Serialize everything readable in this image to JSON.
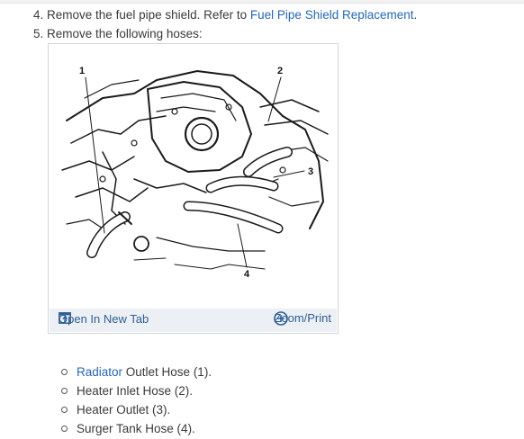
{
  "steps": [
    {
      "number": "4.",
      "text": "Remove the fuel pipe shield. Refer to ",
      "link": "Fuel Pipe Shield Replacement",
      "suffix": "."
    },
    {
      "number": "5.",
      "text": "Remove the following hoses:"
    }
  ],
  "figure": {
    "callouts": [
      "1",
      "2",
      "3",
      "4"
    ],
    "open_tab_label": "Open In New Tab",
    "zoom_label": "Zoom/Print",
    "icons": {
      "open_tab": "open-in-new-tab-icon",
      "zoom": "zoom-plus-icon"
    }
  },
  "hoses": [
    {
      "link": "Radiator",
      "text": " Outlet Hose (1)."
    },
    {
      "link": "",
      "text": "Heater Inlet Hose (2)."
    },
    {
      "link": "",
      "text": "Heater Outlet  (3)."
    },
    {
      "link": "",
      "text": "Surger Tank Hose (4)."
    }
  ],
  "colors": {
    "link": "#2667b3",
    "figure_bar": "#ecf0f4",
    "text": "#3a3a3a"
  }
}
